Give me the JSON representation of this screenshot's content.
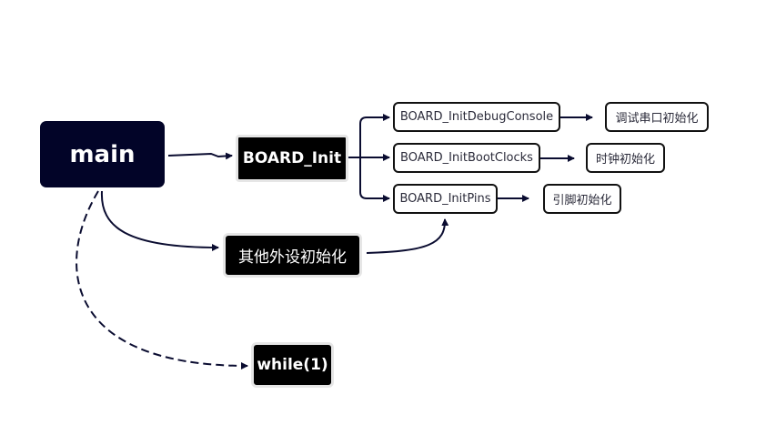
{
  "colors": {
    "main_fill": "#020428",
    "edge": "#0a0c30",
    "dark_fill": "#000000"
  },
  "nodes": {
    "main": "main",
    "board_init": "BOARD_Init",
    "other_init": "其他外设初始化",
    "while_loop": "while(1)",
    "debug_console": "BOARD_InitDebugConsole",
    "boot_clocks": "BOARD_InitBootClocks",
    "init_pins": "BOARD_InitPins",
    "debug_console_desc": "调试串口初始化",
    "boot_clocks_desc": "时钟初始化",
    "init_pins_desc": "引脚初始化"
  }
}
